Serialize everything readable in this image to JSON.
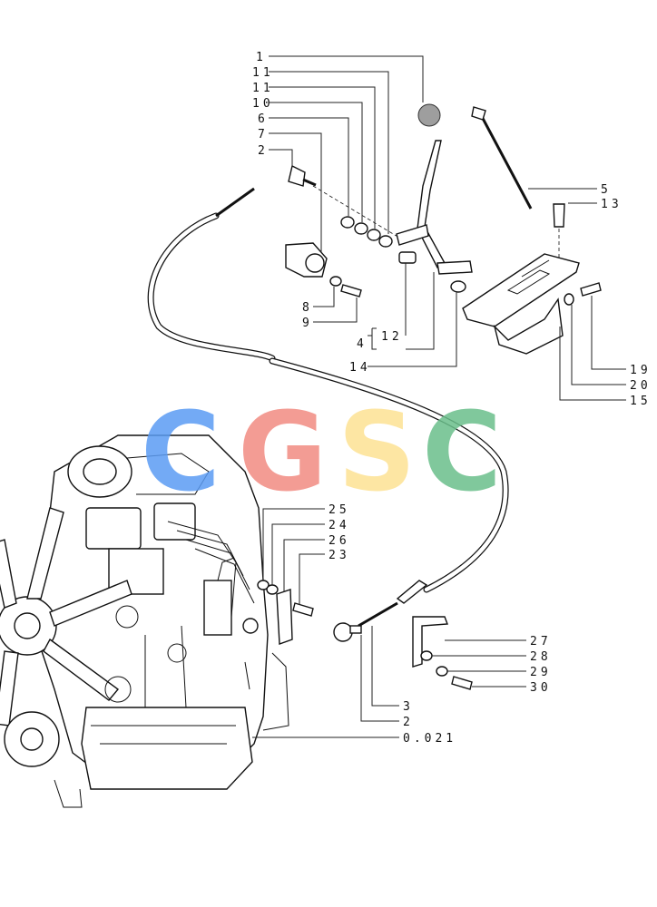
{
  "watermark": {
    "letters": [
      {
        "char": "C",
        "color": "#5b9cf4"
      },
      {
        "char": "G",
        "color": "#f28b82"
      },
      {
        "char": "S",
        "color": "#fde293"
      },
      {
        "char": "C",
        "color": "#6abf8b"
      }
    ]
  },
  "callouts": {
    "c1": "1",
    "c11a": "11",
    "c11b": "11",
    "c10": "10",
    "c6": "6",
    "c7": "7",
    "c2a": "2",
    "c5": "5",
    "c13": "13",
    "c8": "8",
    "c9": "9",
    "c4": "4",
    "c12": "12",
    "c14": "14",
    "c19": "19",
    "c20": "20",
    "c15": "15",
    "c25": "25",
    "c24": "24",
    "c26": "26",
    "c23": "23",
    "c27": "27",
    "c28": "28",
    "c29": "29",
    "c30": "30",
    "c3": "3",
    "c2b": "2",
    "c0021": "0.021"
  }
}
